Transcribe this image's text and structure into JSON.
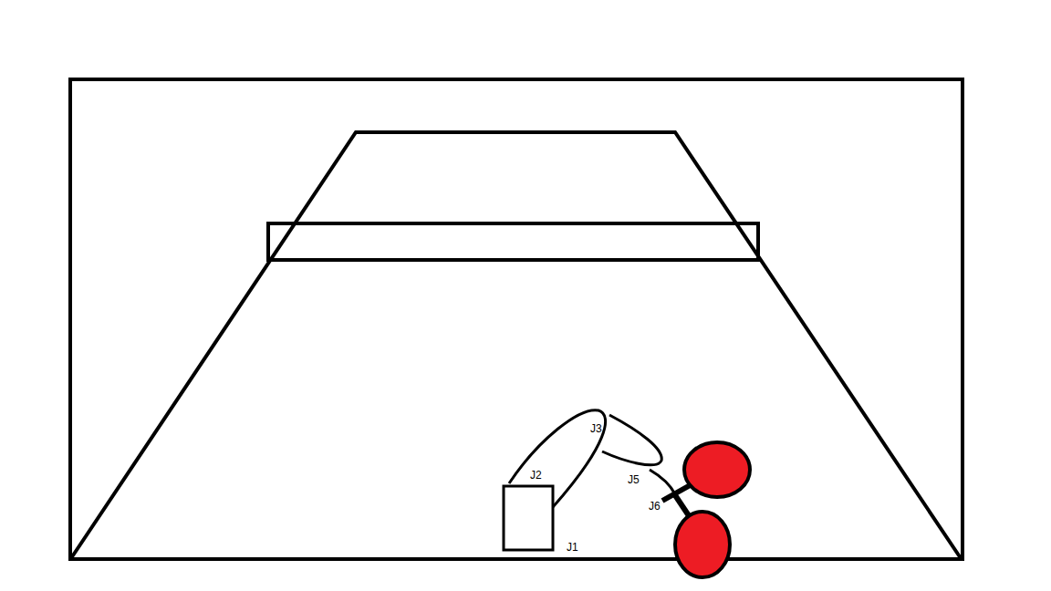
{
  "diagram": {
    "labels": [
      "J3",
      "J2",
      "J5",
      "J6",
      "J1"
    ]
  }
}
